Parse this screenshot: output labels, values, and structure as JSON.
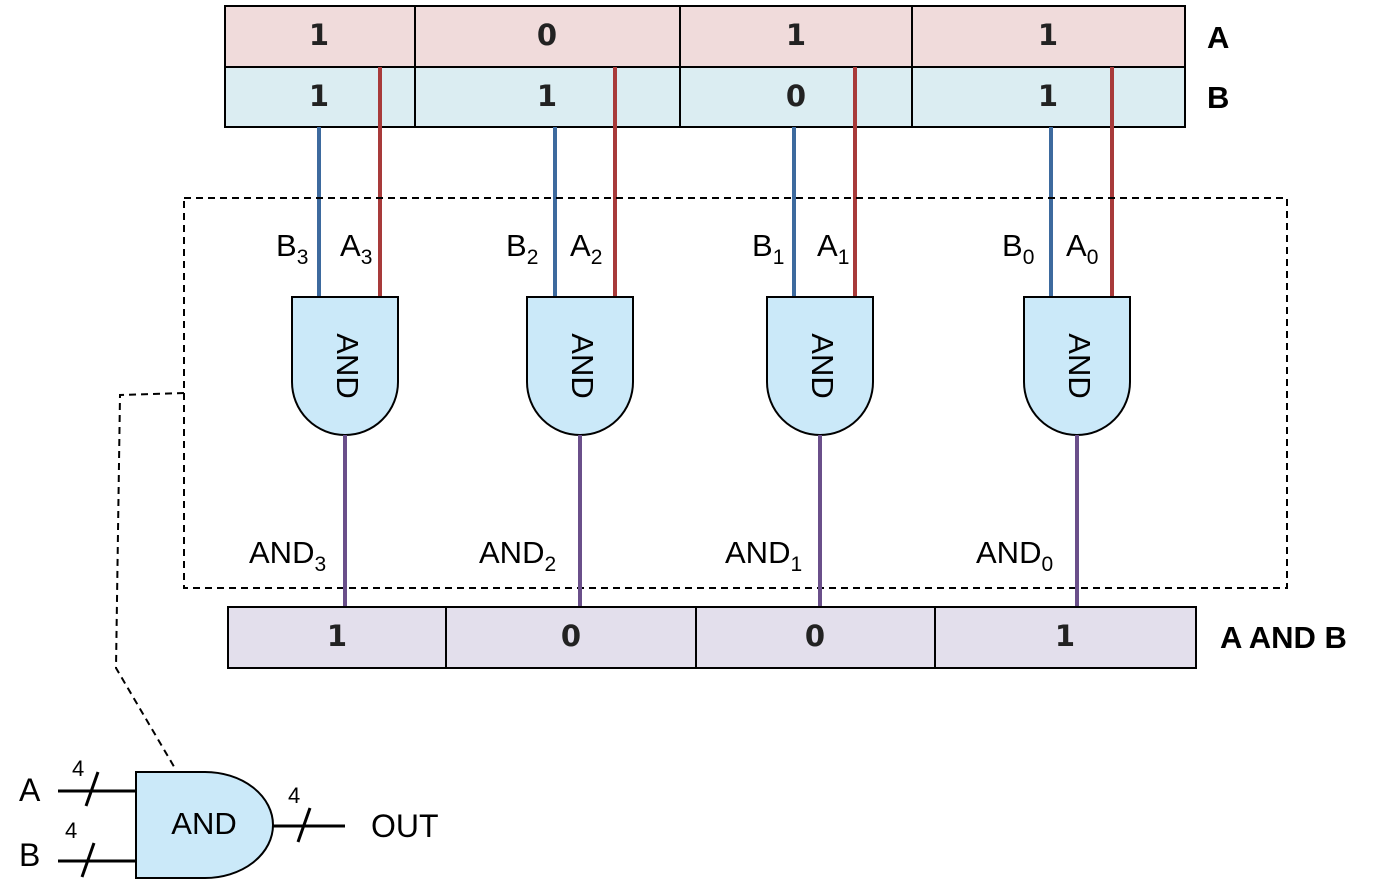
{
  "colors": {
    "row_a_fill": "#f0dbdb",
    "row_b_fill": "#dbedf2",
    "result_fill": "#e3dfec",
    "gate_fill": "#cbe9f9",
    "wire_b": "#3d6a9e",
    "wire_a": "#a83a3a",
    "wire_out": "#6a4f8a"
  },
  "register_a": {
    "label": "A",
    "bits": [
      "1",
      "0",
      "1",
      "1"
    ]
  },
  "register_b": {
    "label": "B",
    "bits": [
      "1",
      "1",
      "0",
      "1"
    ]
  },
  "result": {
    "label": "A AND B",
    "bits": [
      "1",
      "0",
      "0",
      "1"
    ]
  },
  "gates": [
    {
      "text": "AND",
      "b_label": "B",
      "b_sub": "3",
      "a_label": "A",
      "a_sub": "3",
      "out_label": "AND",
      "out_sub": "3"
    },
    {
      "text": "AND",
      "b_label": "B",
      "b_sub": "2",
      "a_label": "A",
      "a_sub": "2",
      "out_label": "AND",
      "out_sub": "2"
    },
    {
      "text": "AND",
      "b_label": "B",
      "b_sub": "1",
      "a_label": "A",
      "a_sub": "1",
      "out_label": "AND",
      "out_sub": "1"
    },
    {
      "text": "AND",
      "b_label": "B",
      "b_sub": "0",
      "a_label": "A",
      "a_sub": "0",
      "out_label": "AND",
      "out_sub": "0"
    }
  ],
  "symbol": {
    "gate_text": "AND",
    "input_a": "A",
    "input_b": "B",
    "width_a": "4",
    "width_b": "4",
    "width_out": "4",
    "output": "OUT"
  }
}
